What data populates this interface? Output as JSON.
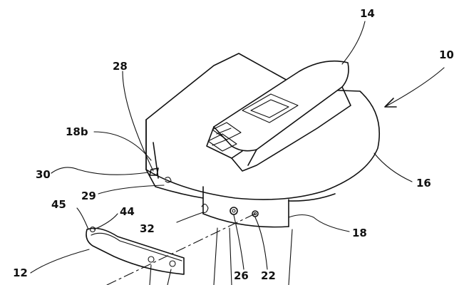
{
  "labels": {
    "l10": "10",
    "l12": "12",
    "l14": "14",
    "l16": "16",
    "l18": "18",
    "l18b": "18b",
    "l22": "22",
    "l26": "26",
    "l28": "28",
    "l29": "29",
    "l30": "30",
    "l32": "32",
    "l44": "44",
    "l45": "45"
  }
}
